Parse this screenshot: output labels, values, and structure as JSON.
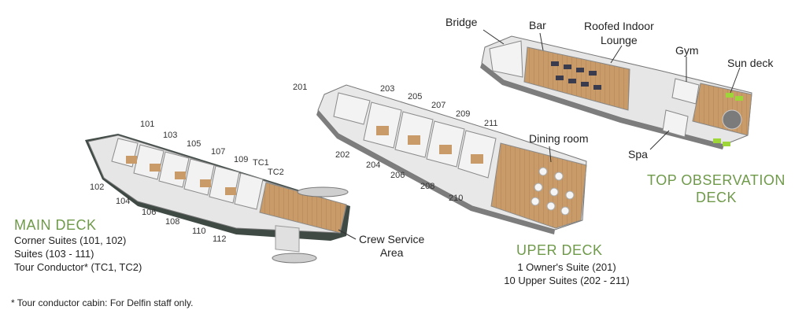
{
  "colors": {
    "deck_title": "#6f9a4a",
    "hull_dark": "#3f4a45",
    "wood": "#c79a67",
    "wall": "#ececec",
    "accent_green": "#9ed63a"
  },
  "icons": [
    "ship-deck-illustration"
  ],
  "main_deck": {
    "title": "MAIN DECK",
    "lines": [
      "Corner Suites (101, 102)",
      "Suites (103 - 111)",
      "Tour Conductor* (TC1, TC2)"
    ],
    "cabins": [
      "101",
      "103",
      "105",
      "107",
      "109",
      "TC1",
      "TC2",
      "102",
      "104",
      "106",
      "108",
      "110",
      "112"
    ],
    "area": "Crew Service\nArea"
  },
  "upper_deck": {
    "title": "UPER DECK",
    "lines": [
      "1 Owner's Suite (201)",
      "10 Upper Suites  (202 - 211)"
    ],
    "cabins": [
      "201",
      "203",
      "205",
      "207",
      "209",
      "211",
      "202",
      "204",
      "206",
      "208",
      "210"
    ],
    "area": "Dining room"
  },
  "top_deck": {
    "title_line1": "TOP OBSERVATION",
    "title_line2": "DECK",
    "areas": [
      "Bridge",
      "Bar",
      "Roofed Indoor\nLounge",
      "Gym",
      "Sun deck",
      "Spa"
    ]
  },
  "footnote": "* Tour conductor cabin: For Delfin staff only."
}
